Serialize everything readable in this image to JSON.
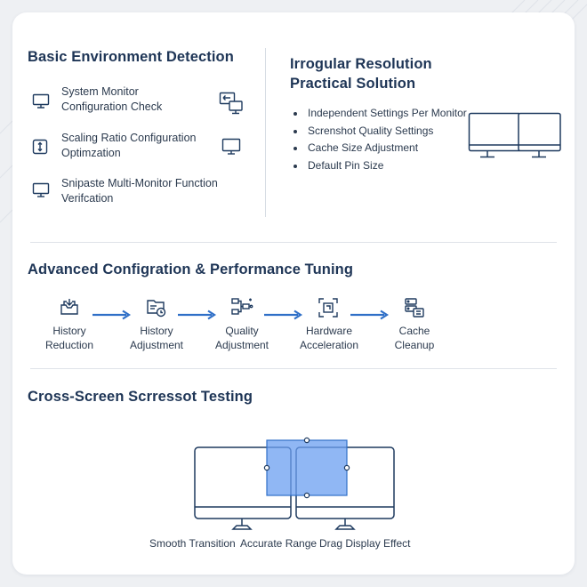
{
  "colors": {
    "accent": "#2f6fc7",
    "icon": "#1e3a5f",
    "overlay": "#6b9ff0"
  },
  "detection": {
    "title": "Basic Environment Detection",
    "items": [
      {
        "line1": "System Monitor",
        "line2": "Configuration Check",
        "left_icon": "monitor-icon",
        "right_icon": "monitor-transfer-icon"
      },
      {
        "line1": "Scaling Ratio Configuration",
        "line2": "Optimzation",
        "left_icon": "scale-adjust-icon",
        "right_icon": "monitor-icon"
      },
      {
        "line1": "Snipaste Multi-Monitor Function",
        "line2": "Verifcation",
        "left_icon": "monitor-icon"
      }
    ]
  },
  "resolution": {
    "title_line1": "Irrogular Resolution",
    "title_line2": "Practical Solution",
    "bullets": [
      "Independent Settings Per Monitor",
      "Screnshot Quality Settings",
      "Cache Size Adjustment",
      "Default Pin Size"
    ]
  },
  "tuning": {
    "title": "Advanced Configration & Performance Tuning",
    "steps": [
      {
        "line1": "History",
        "line2": "Reduction",
        "icon": "inbox-icon"
      },
      {
        "line1": "History",
        "line2": "Adjustment",
        "icon": "folder-settings-icon"
      },
      {
        "line1": "Quality",
        "line2": "Adjustment",
        "icon": "flow-diagram-icon"
      },
      {
        "line1": "Hardware",
        "line2": "Acceleration",
        "icon": "chip-frame-icon"
      },
      {
        "line1": "Cache",
        "line2": "Cleanup",
        "icon": "storage-cleanup-icon"
      }
    ]
  },
  "testing": {
    "title": "Cross-Screen Scrressot Testing",
    "captions": [
      "Smooth Transition",
      "Accurate Range",
      "Drag Display Effect"
    ]
  }
}
